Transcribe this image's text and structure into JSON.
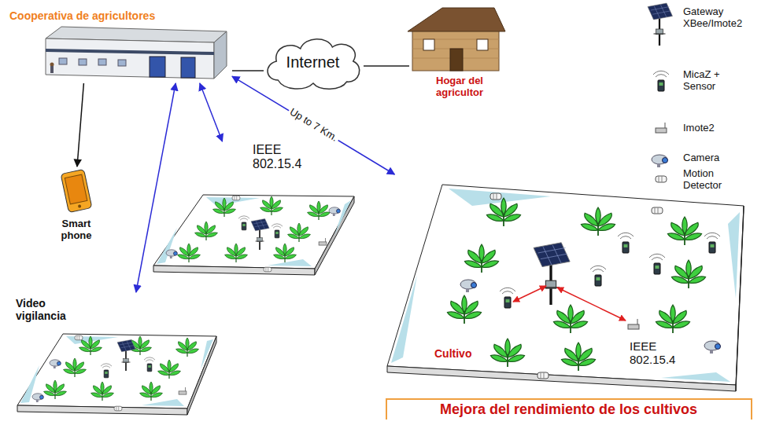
{
  "diagram": {
    "nodes": [
      {
        "text": [
          "Cooperativa de agricultores"
        ]
      },
      {
        "text": [
          "Internet"
        ]
      },
      {
        "text": [
          "Hogar del agricultor"
        ]
      },
      {
        "text": [
          "Smart phone"
        ]
      },
      {
        "text": [
          "IEEE 802.15.4"
        ]
      },
      {
        "text": [
          "Video vigilancia"
        ]
      },
      {
        "text": [
          "Cultivo"
        ]
      }
    ],
    "edges": [
      {
        "from": 0,
        "to": 1,
        "arrow": "none"
      },
      {
        "from": 1,
        "to": 2,
        "arrow": "none"
      },
      {
        "from": 0,
        "to": 3,
        "arrow": "to"
      },
      {
        "from": 0,
        "to": 4,
        "arrow": "both"
      },
      {
        "from": 0,
        "to": 5,
        "arrow": "both"
      },
      {
        "from": 0,
        "to": 6,
        "label": "Up to 7 Km.",
        "arrow": "both"
      }
    ],
    "labels": [
      "IEEE 802.15.4",
      "Mejora del rendimiento de los cultivos"
    ],
    "legend": [
      {
        "text": "Gateway XBee/Imote2"
      },
      {
        "text": "MicaZ + Sensor"
      },
      {
        "text": "Imote2"
      },
      {
        "text": "Camera"
      },
      {
        "text": "Motion Detector"
      }
    ]
  }
}
